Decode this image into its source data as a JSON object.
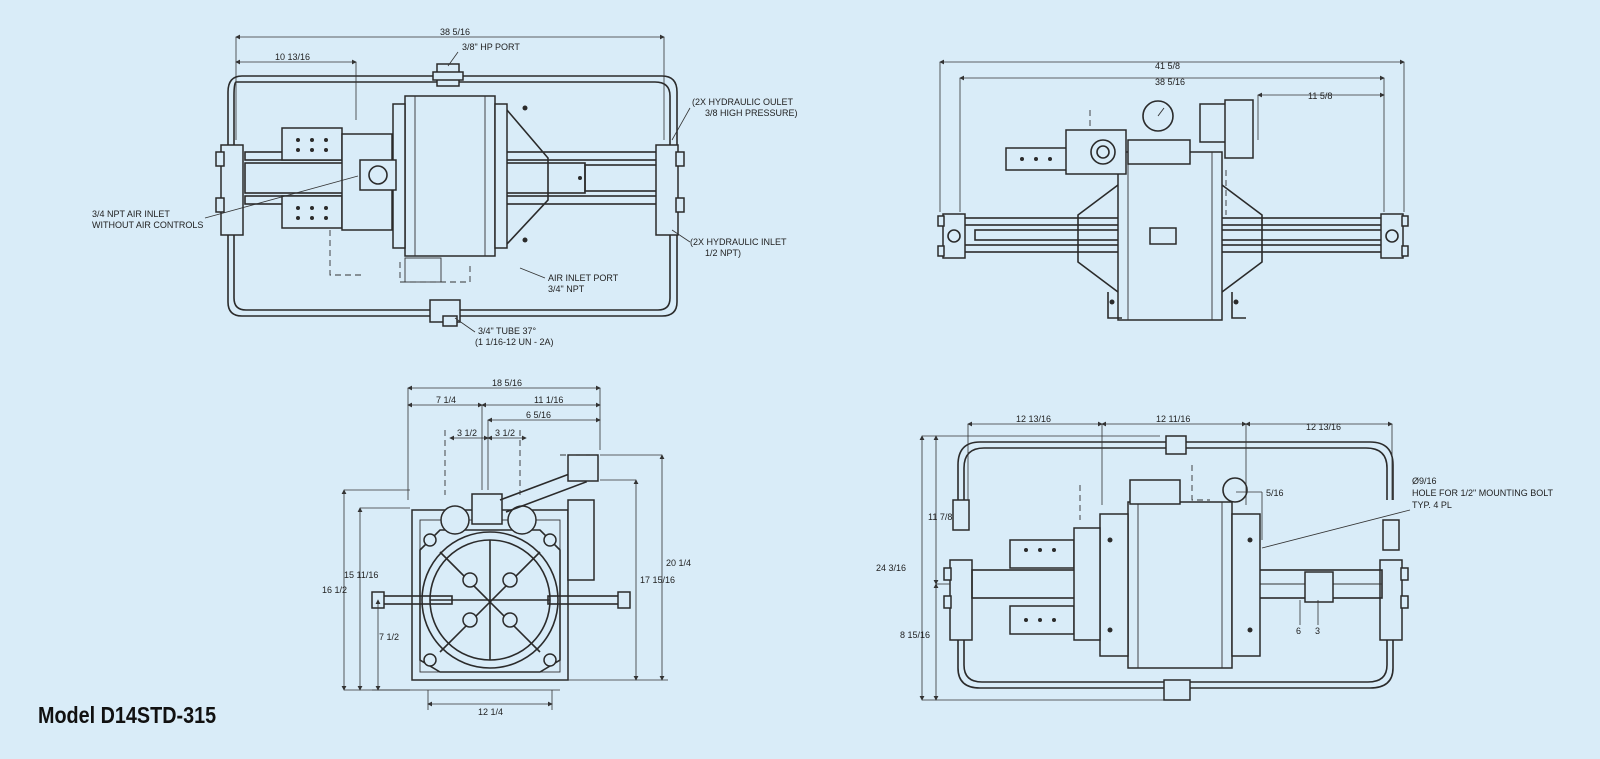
{
  "title": "Model D14STD-315",
  "view_top": {
    "d_overall": "38 5/16",
    "d_left": "10 13/16",
    "hp_port": "3/8\" HP PORT",
    "hyd_outlet_1": "(2X HYDRAULIC OULET",
    "hyd_outlet_2": "3/8 HIGH PRESSURE)",
    "air_inlet_1": "3/4 NPT AIR INLET",
    "air_inlet_2": "WITHOUT AIR CONTROLS",
    "hyd_inlet_1": "(2X HYDRAULIC INLET",
    "hyd_inlet_2": "1/2 NPT)",
    "air_port_1": "AIR INLET PORT",
    "air_port_2": "3/4\" NPT",
    "tube_1": "3/4\" TUBE 37°",
    "tube_2": "(1 1/16-12 UN - 2A)"
  },
  "view_side": {
    "d_overall": "41 5/8",
    "d_mid": "38 5/16",
    "d_right": "11 5/8"
  },
  "view_end": {
    "d_overall": "18 5/16",
    "d_left": "7 1/4",
    "d_right": "11 1/16",
    "d_center": "6 5/16",
    "d_half_l": "3 1/2",
    "d_half_r": "3 1/2",
    "d_h1": "15 11/16",
    "d_h2": "16 1/2",
    "d_h3": "7 1/2",
    "d_h4": "17 15/16",
    "d_h5": "20 1/4",
    "d_base": "12 1/4"
  },
  "view_plan": {
    "d_left": "12 13/16",
    "d_mid": "12 11/16",
    "d_right": "12 13/16",
    "d_h1": "11 7/8",
    "d_h2": "24 3/16",
    "d_h3": "8 15/16",
    "d_hole": "5/16",
    "hole_1": "Ø9/16",
    "hole_2": "HOLE FOR 1/2\" MOUNTING BOLT",
    "hole_3": "TYP. 4 PL",
    "d_6": "6",
    "d_3": "3"
  }
}
